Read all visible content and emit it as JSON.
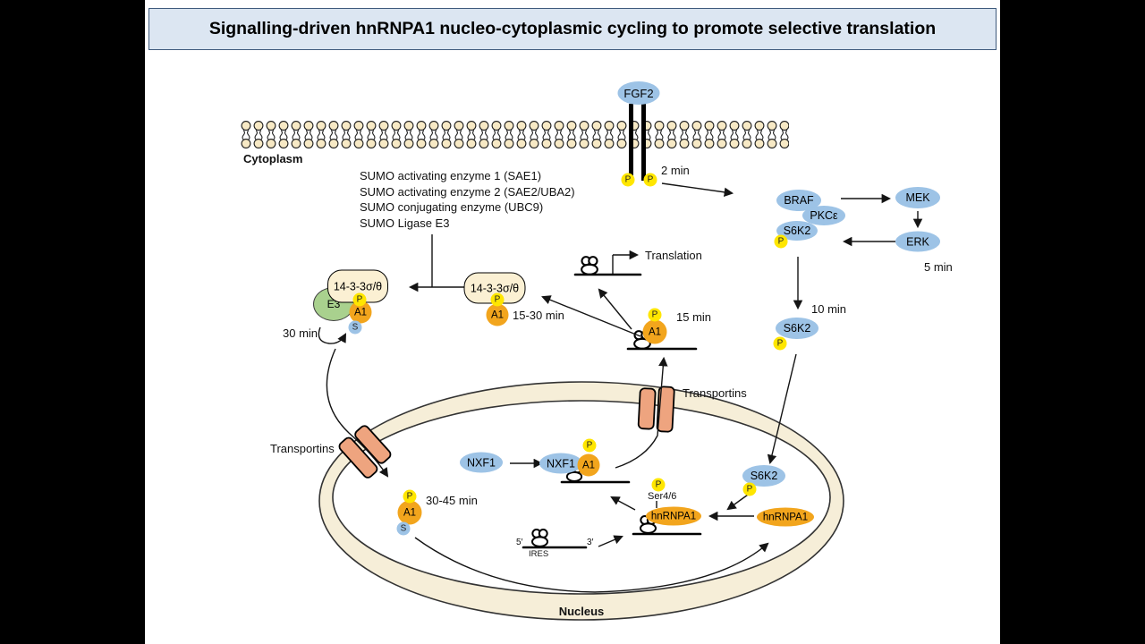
{
  "title": "Signalling-driven hnRNPA1 nucleo-cytoplasmic cycling to promote selective translation",
  "region_labels": {
    "cytoplasm": "Cytoplasm",
    "nucleus": "Nucleus"
  },
  "sumo_enzymes": [
    "SUMO activating enzyme 1 (SAE1)",
    "SUMO activating enzyme 2 (SAE2/UBA2)",
    "SUMO conjugating enzyme (UBC9)",
    "SUMO Ligase E3"
  ],
  "nodes": {
    "fgf2": "FGF2",
    "braf": "BRAF",
    "pkce": "PKCε",
    "s6k2": "S6K2",
    "mek": "MEK",
    "erk": "ERK",
    "nxf1": "NXF1",
    "hnrnpa1": "hnRNPA1",
    "a1": "A1",
    "e3": "E3",
    "complex_14_3_3": "14-3-3σ/θ",
    "phospho": "P",
    "sumo": "S"
  },
  "timings": {
    "receptor": "2 min",
    "erk_loop": "5 min",
    "s6k2_cyto": "10 min",
    "mrna_a1": "15 min",
    "a1_14_3_3": "15-30 min",
    "sumoylation": "30 min",
    "import": "30-45 min"
  },
  "annotations": {
    "translation": "Translation",
    "transportins": "Transportins",
    "ser46": "Ser4/6",
    "five_prime": "5′",
    "three_prime": "3′",
    "ires": "IRES"
  },
  "colors": {
    "background_sides": "#000000",
    "canvas": "#ffffff",
    "title_bg": "#dce6f2",
    "title_border": "#3f5b7d",
    "node_blue": "#9dc3e6",
    "node_orange": "#f2a51d",
    "p_yellow": "#ffe600",
    "s_blue": "#9dc3e6",
    "complex_cream": "#fbf0d3",
    "e3_green": "#a9d18e",
    "transportin_salmon": "#eea47f",
    "envelope_cream": "#f6eed8",
    "membrane_head": "#f7e9c5",
    "line": "#000000"
  }
}
